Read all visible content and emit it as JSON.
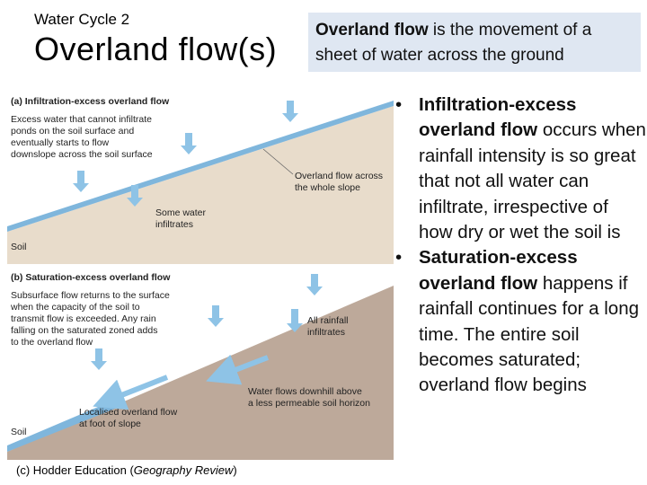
{
  "header": {
    "subtitle": "Water Cycle 2",
    "title": "Overland flow(s)"
  },
  "definition": {
    "term": "Overland flow",
    "text": " is the movement of a sheet of water across the ground"
  },
  "figure": {
    "panel_a": {
      "heading": "(a) Infiltration-excess overland flow",
      "desc_lines": [
        "Excess water that cannot infiltrate",
        "ponds on the soil surface and",
        "eventually starts to flow",
        "downslope across the soil surface"
      ],
      "overland_lines": [
        "Overland flow across",
        "the whole slope"
      ],
      "infiltrates_lines": [
        "Some water",
        "infiltrates"
      ],
      "soil": "Soil"
    },
    "panel_b": {
      "heading": "(b) Saturation-excess overland flow",
      "desc_lines": [
        "Subsurface flow returns to the surface",
        "when the capacity of the soil to",
        "transmit flow is exceeded. Any rain",
        "falling on the saturated zoned adds",
        "to the overland flow"
      ],
      "rainfall_lines": [
        "All rainfall",
        "infiltrates"
      ],
      "downhill_lines": [
        "Water flows downhill above",
        "a less permeable soil horizon"
      ],
      "localised_lines": [
        "Localised overland flow",
        "at foot of slope"
      ],
      "soil": "Soil"
    },
    "colors": {
      "sky": "#ffffff",
      "soil_a": "#e8dccb",
      "soil_b": "#bda99a",
      "water": "#7fb6dc",
      "arrow": "#8ec3e6"
    }
  },
  "caption": {
    "prefix": "(c) Hodder Education (",
    "italic": "Geography Review",
    "suffix": ")"
  },
  "bullets": [
    {
      "term": "Infiltration-excess overland flow",
      "text": " occurs when rainfall intensity is so great that not all water can infiltrate, irrespective of how dry or wet the soil is"
    },
    {
      "term": "Saturation-excess overland flow",
      "text": " happens if rainfall continues for a long time. The entire soil becomes saturated; overland flow begins"
    }
  ]
}
